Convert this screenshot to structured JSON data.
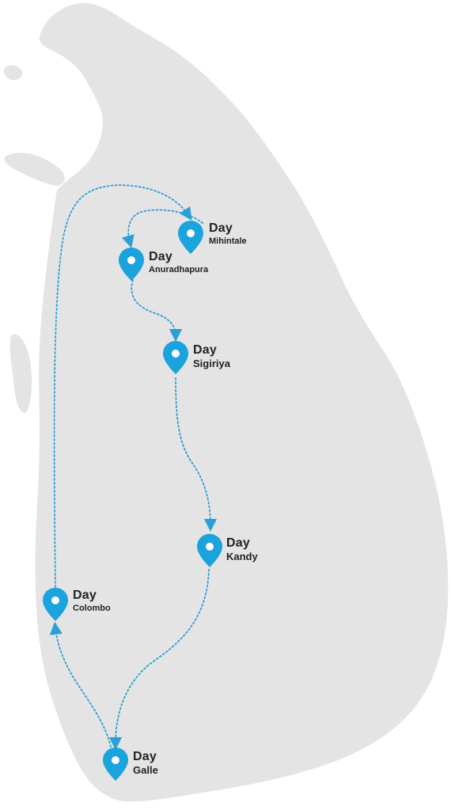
{
  "colors": {
    "land": "#e4e4e4",
    "route": "#2a9fd8",
    "pin": "#1aa3dc",
    "pin_dot": "#ffffff",
    "label": "#222222"
  },
  "icons": {
    "marker": "map-pin-icon"
  },
  "stops": [
    {
      "id": "mihintale",
      "day": "Day",
      "place": "Mihintale"
    },
    {
      "id": "anuradhapura",
      "day": "Day",
      "place": "Anuradhapura"
    },
    {
      "id": "sigiriya",
      "day": "Day",
      "place": "Sigiriya"
    },
    {
      "id": "kandy",
      "day": "Day",
      "place": "Kandy"
    },
    {
      "id": "colombo",
      "day": "Day",
      "place": "Colombo"
    },
    {
      "id": "galle",
      "day": "Day",
      "place": "Galle"
    }
  ]
}
